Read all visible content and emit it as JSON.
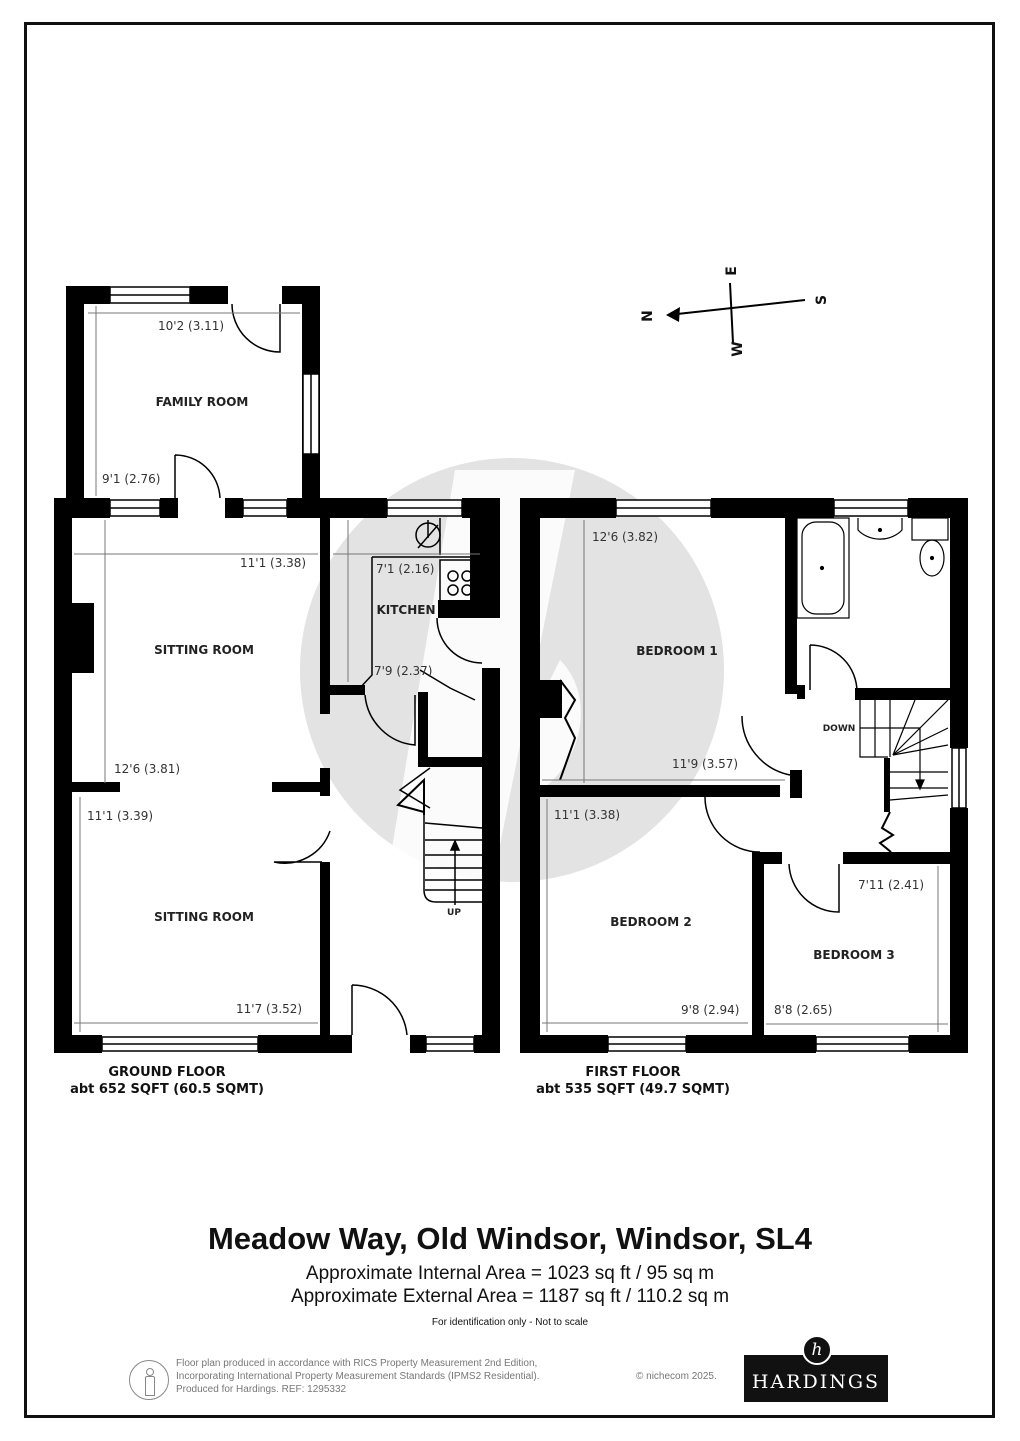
{
  "property": {
    "title": "Meadow Way, Old Windsor, Windsor, SL4",
    "internal_area": "Approximate Internal Area = 1023 sq ft / 95 sq m",
    "external_area": "Approximate External Area = 1187 sq ft / 110.2 sq m",
    "note": "For identification only - Not to scale"
  },
  "compass": {
    "n": "N",
    "s": "S",
    "e": "E",
    "w": "W"
  },
  "ground_floor": {
    "caption": "GROUND FLOOR",
    "area": "abt 652 SQFT (60.5 SQMT)",
    "rooms": [
      {
        "name": "FAMILY ROOM",
        "dims": [
          "10'2 (3.11)",
          "9'1 (2.76)"
        ]
      },
      {
        "name": "SITTING ROOM",
        "dims": [
          "11'1 (3.38)",
          "12'6 (3.81)"
        ]
      },
      {
        "name": "KITCHEN",
        "dims": [
          "7'1 (2.16)",
          "7'9 (2.37)"
        ]
      },
      {
        "name": "SITTING ROOM",
        "dims": [
          "11'1 (3.39)",
          "11'7 (3.52)"
        ]
      }
    ],
    "stairs_label": "UP"
  },
  "first_floor": {
    "caption": "FIRST FLOOR",
    "area": "abt 535 SQFT (49.7 SQMT)",
    "rooms": [
      {
        "name": "BEDROOM 1",
        "dims": [
          "12'6 (3.82)",
          "11'9 (3.57)"
        ]
      },
      {
        "name": "BEDROOM 2",
        "dims": [
          "11'1 (3.38)",
          "9'8 (2.94)"
        ]
      },
      {
        "name": "BEDROOM 3",
        "dims": [
          "7'11 (2.41)",
          "8'8 (2.65)"
        ]
      }
    ],
    "stairs_label": "DOWN"
  },
  "footer": {
    "line1": "Floor plan produced in accordance with RICS Property Measurement 2nd Edition,",
    "line2": "Incorporating International Property Measurement Standards (IPMS2 Residential).",
    "line3": "Produced for Hardings.   REF:  1295332",
    "copyright": "© nichecom 2025.",
    "brand": "HARDINGS",
    "brand_mark": "h"
  },
  "colors": {
    "wall": "#000000",
    "watermark": "#e3e3e3",
    "dim_line": "#666666"
  }
}
